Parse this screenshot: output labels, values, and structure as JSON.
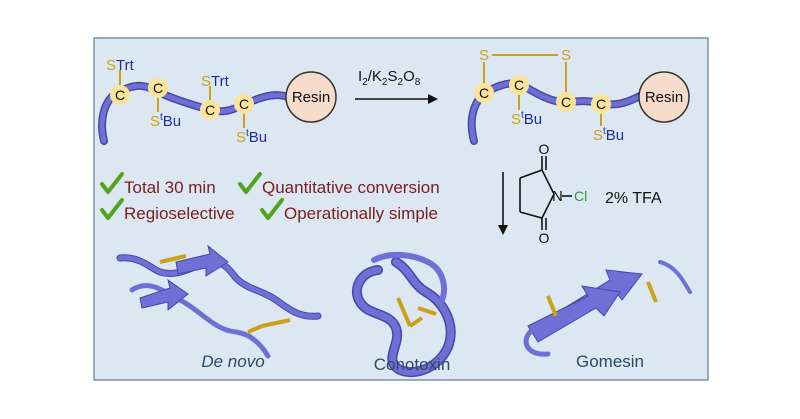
{
  "scheme": {
    "reaction_step1": {
      "reagent_parts": [
        "I",
        "2",
        "/K",
        "2",
        "S",
        "2",
        "O",
        "8"
      ]
    },
    "reaction_step2": {
      "conditions": "2% TFA",
      "reagent_n_label": "N",
      "reagent_cl_label": "Cl",
      "reagent_o_label": "O"
    },
    "start_peptide": {
      "cys_label": "C",
      "protecting_groups": {
        "trt_s": "S",
        "trt": "Trt",
        "tbu_s": "S",
        "tbu_sup": "t",
        "tbu": "Bu"
      },
      "resin_label": "Resin"
    },
    "product_peptide": {
      "cys_label": "C",
      "bridge_s": "S",
      "tbu_s": "S",
      "tbu_sup": "t",
      "tbu": "Bu",
      "resin_label": "Resin"
    }
  },
  "features": [
    {
      "label": "Total 30 min"
    },
    {
      "label": "Quantitative conversion"
    },
    {
      "label": "Regioselective"
    },
    {
      "label": "Operationally simple"
    }
  ],
  "structures": [
    {
      "label": "De novo"
    },
    {
      "label": "Conotoxin"
    },
    {
      "label": "Gomesin"
    }
  ],
  "colors": {
    "background": "#dde7f1",
    "border": "#7f93ac",
    "backbone": "#6f6fd6",
    "backbone_dark": "#4747a8",
    "sulfur": "#c9a218",
    "cys_fill": "#fbe39a",
    "resin_fill": "#f7dccb",
    "pg_text": "#1e2ea0",
    "feature_text": "#7a1e1e",
    "check": "#4fa51d",
    "label_text": "#2c4a66",
    "chlorine": "#2a9a3a"
  },
  "icons": [
    "check-icon",
    "arrow-right-icon",
    "arrow-down-icon",
    "succinimide-ring-icon"
  ]
}
